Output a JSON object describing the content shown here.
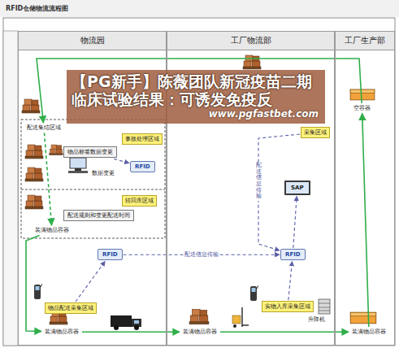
{
  "diagram": {
    "title": "RFID仓储物流流程图",
    "nodes": [
      {
        "text": [
          "物流园"
        ]
      },
      {
        "text": [
          "工厂物流部"
        ]
      },
      {
        "text": [
          "工厂生产部"
        ]
      },
      {
        "text": [
          "配送集结区域"
        ],
        "in": 0
      },
      {
        "text": [
          "物品标签数据变更"
        ],
        "in": 0
      },
      {
        "text": [
          "事故处理区域"
        ],
        "in": 0
      },
      {
        "text": [
          "RFID"
        ],
        "in": 0
      },
      {
        "text": [
          "转回库区域"
        ],
        "in": 0
      },
      {
        "text": [
          "配送规则和变更配送时间"
        ],
        "in": 0
      },
      {
        "text": [
          "装满物品容器"
        ],
        "in": 0
      },
      {
        "text": [
          "RFID"
        ],
        "in": 0
      },
      {
        "text": [
          "物品配送采集区域"
        ],
        "in": 0
      },
      {
        "text": [
          "装满物品容器"
        ],
        "in": 0
      },
      {
        "text": [
          "采集区域"
        ],
        "in": 1
      },
      {
        "text": [
          "SAP"
        ],
        "in": 1
      },
      {
        "text": [
          "RFID"
        ],
        "in": 1
      },
      {
        "text": [
          "装满物品容器"
        ],
        "in": 1
      },
      {
        "text": [
          "实物入库采集区域"
        ],
        "in": 1
      },
      {
        "text": [
          "升降机"
        ],
        "in": 1
      },
      {
        "text": [
          "空容器"
        ],
        "in": 2
      },
      {
        "text": [
          "装满物品容器"
        ],
        "in": 2
      }
    ],
    "edges": [
      {
        "from": 12,
        "to": 16,
        "arrow": "to"
      },
      {
        "from": 16,
        "to": 20,
        "arrow": "to"
      },
      {
        "from": 20,
        "to": 19,
        "arrow": "to"
      },
      {
        "from": 19,
        "to": 3,
        "arrow": "to"
      },
      {
        "from": 3,
        "to": 9,
        "arrow": "to"
      },
      {
        "from": 4,
        "to": 6,
        "arrow": "to"
      },
      {
        "from": 10,
        "to": 15,
        "label": "配送信息传输",
        "arrow": "to"
      },
      {
        "from": 15,
        "to": 14,
        "arrow": "to"
      },
      {
        "from": 17,
        "to": 15,
        "arrow": "to"
      },
      {
        "from": 11,
        "to": 10,
        "arrow": "to"
      },
      {
        "from": 13,
        "to": 15,
        "label": "配送信息传输",
        "arrow": "to"
      },
      {
        "from": 9,
        "to": 12,
        "arrow": "to"
      }
    ],
    "labels": [
      "数据变更",
      "【PG新手】陈薇团队新冠疫苗二期临床试验结果：可诱发免疫反",
      "www.pgfastbet.com"
    ]
  }
}
